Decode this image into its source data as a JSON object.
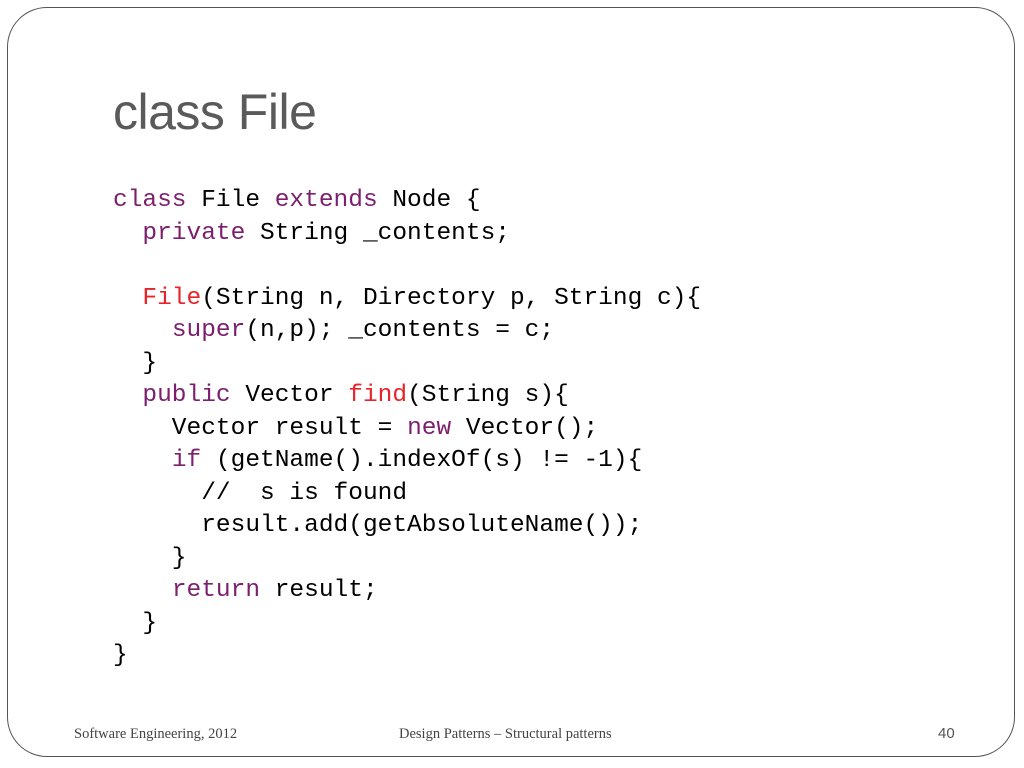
{
  "slide": {
    "title": "class File",
    "code_lines": [
      [
        {
          "t": "class",
          "k": "kw"
        },
        {
          "t": " File ",
          "k": "plain"
        },
        {
          "t": "extends",
          "k": "kw"
        },
        {
          "t": " Node {",
          "k": "plain"
        }
      ],
      [
        {
          "t": "  ",
          "k": "plain"
        },
        {
          "t": "private",
          "k": "kw"
        },
        {
          "t": " String _contents;",
          "k": "plain"
        }
      ],
      [
        {
          "t": "",
          "k": "plain"
        }
      ],
      [
        {
          "t": "  ",
          "k": "plain"
        },
        {
          "t": "File",
          "k": "fn"
        },
        {
          "t": "(String n, Directory p, String c){",
          "k": "plain"
        }
      ],
      [
        {
          "t": "    ",
          "k": "plain"
        },
        {
          "t": "super",
          "k": "kw"
        },
        {
          "t": "(n,p); _contents = c;",
          "k": "plain"
        }
      ],
      [
        {
          "t": "  }",
          "k": "plain"
        }
      ],
      [
        {
          "t": "  ",
          "k": "plain"
        },
        {
          "t": "public",
          "k": "kw"
        },
        {
          "t": " Vector ",
          "k": "plain"
        },
        {
          "t": "find",
          "k": "fn"
        },
        {
          "t": "(String s){",
          "k": "plain"
        }
      ],
      [
        {
          "t": "    Vector result = ",
          "k": "plain"
        },
        {
          "t": "new",
          "k": "kw"
        },
        {
          "t": " Vector();",
          "k": "plain"
        }
      ],
      [
        {
          "t": "    ",
          "k": "plain"
        },
        {
          "t": "if",
          "k": "kw"
        },
        {
          "t": " (getName().indexOf(s) != -1){",
          "k": "plain"
        }
      ],
      [
        {
          "t": "      //  s is found",
          "k": "plain"
        }
      ],
      [
        {
          "t": "      result.add(getAbsoluteName());",
          "k": "plain"
        }
      ],
      [
        {
          "t": "    }",
          "k": "plain"
        }
      ],
      [
        {
          "t": "    ",
          "k": "plain"
        },
        {
          "t": "return",
          "k": "kw"
        },
        {
          "t": " result;",
          "k": "plain"
        }
      ],
      [
        {
          "t": "  }",
          "k": "plain"
        }
      ],
      [
        {
          "t": "}",
          "k": "plain"
        }
      ]
    ],
    "colors": {
      "keyword": "#7b1f6e",
      "function": "#e8242a",
      "title": "#5a5a5a"
    }
  },
  "footer": {
    "left": "Software Engineering, 2012",
    "center": "Design Patterns – Structural patterns",
    "page_number": "40"
  }
}
